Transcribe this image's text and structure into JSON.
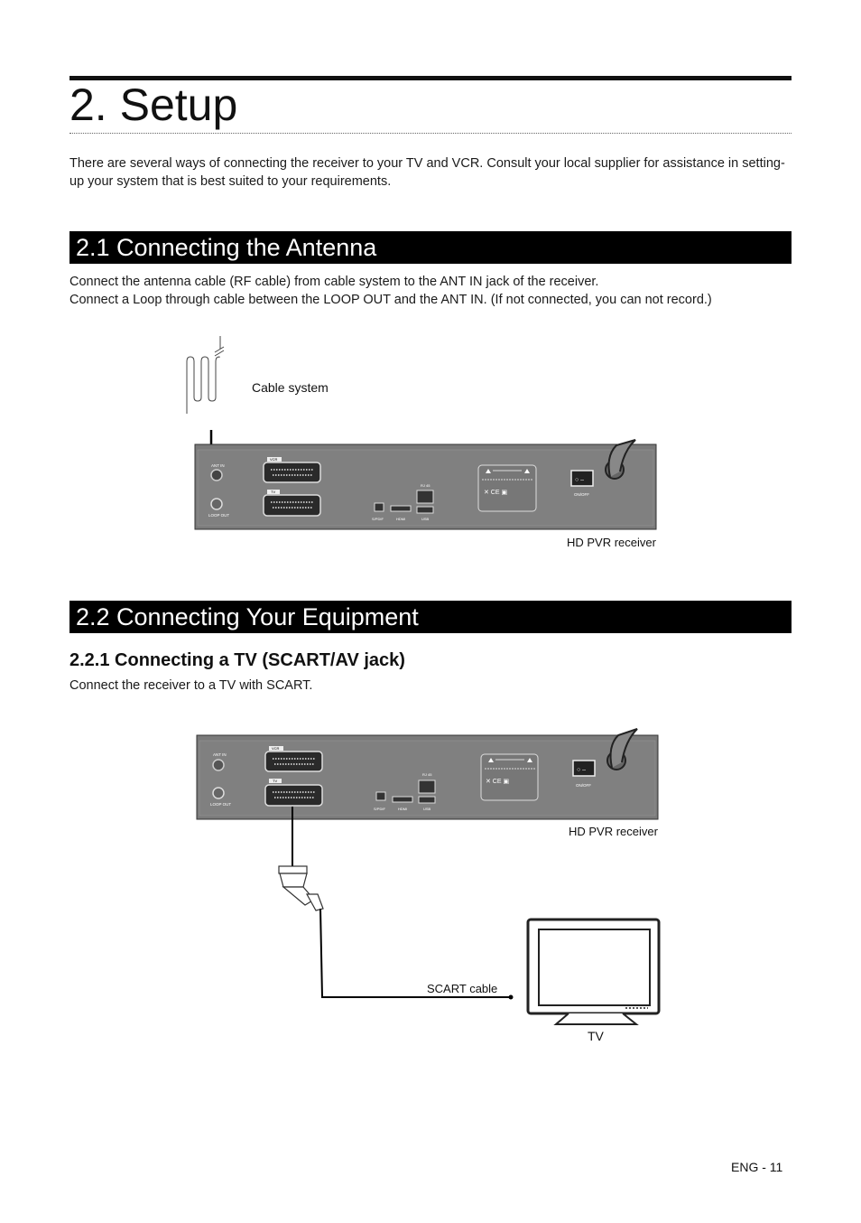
{
  "page": {
    "title": "2. Setup",
    "intro": "There are several ways of connecting the receiver to your TV and VCR. Consult your local supplier for assistance in setting-up your system that is best suited to your requirements.",
    "page_number": "ENG - 11"
  },
  "section_antenna": {
    "heading": "2.1  Connecting the Antenna",
    "line1": "Connect the antenna cable (RF cable) from cable system to the ANT IN jack of the receiver.",
    "line2": "Connect a Loop through cable between the LOOP OUT and the ANT IN. (If not connected, you can not record.)",
    "cable_system_label": "Cable system",
    "receiver_label": "HD PVR receiver"
  },
  "section_equipment": {
    "heading": "2.2  Connecting Your Equipment",
    "subheading": "2.2.1  Connecting a TV (SCART/AV jack)",
    "description": "Connect the receiver to a TV with SCART.",
    "receiver_label": "HD PVR receiver",
    "scart_cable_label": "SCART cable",
    "tv_label": "TV"
  },
  "receiver_panel": {
    "ant_in": "ANT IN",
    "loop_out": "LOOP OUT",
    "vcr": "VCR",
    "tv": "TV",
    "rj45": "RJ 45",
    "usb": "USB",
    "hdmi": "HDMI",
    "spdif": "S/PDIF",
    "on_off": "ON/OFF"
  },
  "colors": {
    "panel": "#7a7a7a",
    "panel_dark": "#5a5a5a",
    "heading_bar": "#000000",
    "heading_text": "#ffffff"
  }
}
